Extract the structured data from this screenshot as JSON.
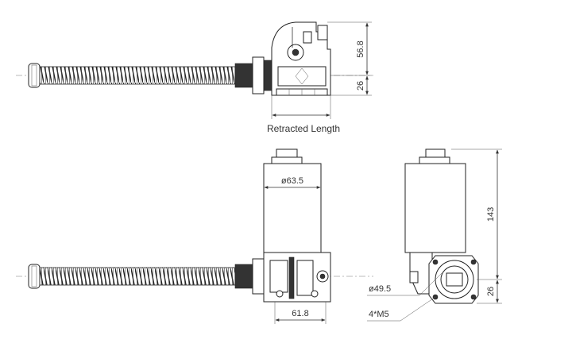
{
  "drawing": {
    "top_view": {
      "dim_height_upper": "56.8",
      "dim_height_lower": "26",
      "label_retracted": "Retracted Length"
    },
    "front_view": {
      "dim_motor_diameter": "ø63.5",
      "dim_width": "61.8"
    },
    "side_view": {
      "dim_total_height": "143",
      "dim_base_height": "26",
      "dim_flange_diameter": "ø49.5",
      "label_holes": "4*M5"
    }
  }
}
